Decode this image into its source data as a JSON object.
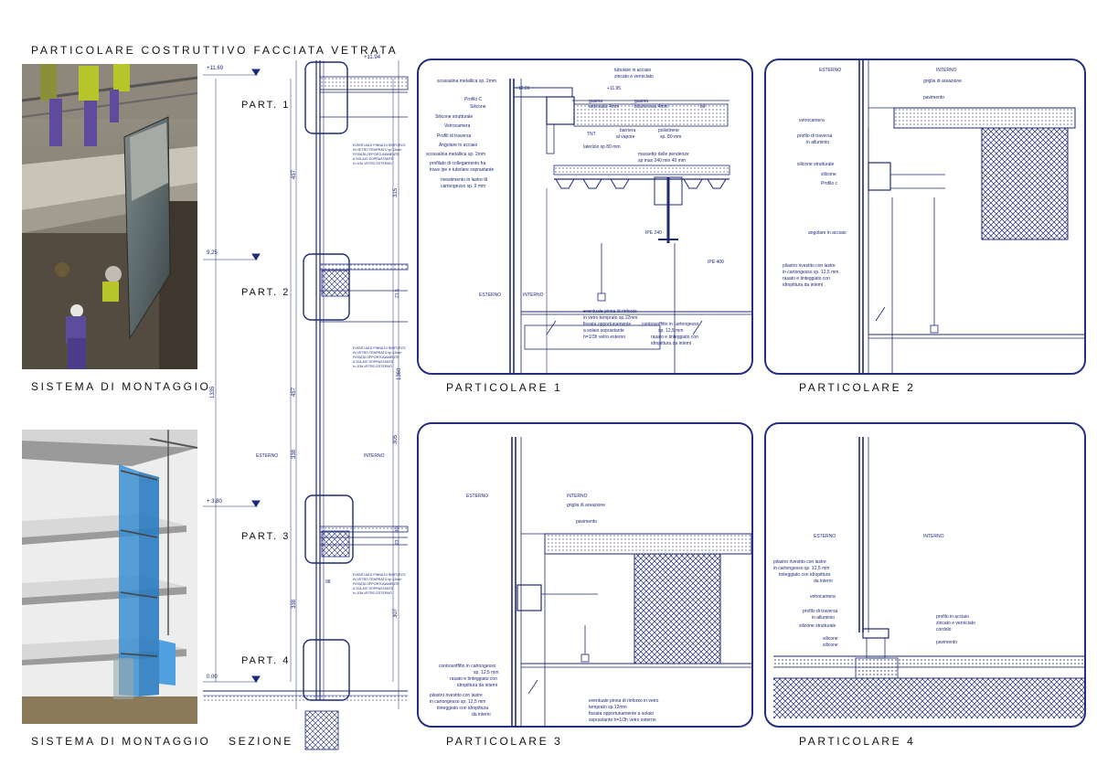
{
  "page": {
    "title": "PARTICOLARE COSTRUTTIVO FACCIATA VETRATA"
  },
  "captions": {
    "photo1": "SISTEMA DI MONTAGGIO",
    "photo2": "SISTEMA DI MONTAGGIO",
    "section": "SEZIONE",
    "p1": "PARTICOLARE 1",
    "p2": "PARTICOLARE 2",
    "p3": "PARTICOLARE 3",
    "p4": "PARTICOLARE 4"
  },
  "section": {
    "part1": "PART. 1",
    "part2": "PART. 2",
    "part3": "PART. 3",
    "part4": "PART. 4",
    "lev_top": "+11.94",
    "lev_1169": "+11.69",
    "lev_925": "9.25",
    "lev_380": "+ 3.80",
    "lev_000": "0.00",
    "dim_1335": "1335",
    "dim_1360": "1360",
    "dim_457a": "457",
    "dim_457b": "457",
    "dim_338a": "338",
    "dim_338b": "338",
    "dim_315": "315",
    "dim_305": "305",
    "dim_307": "307",
    "dim_98": "98",
    "dim_21": "21.5",
    "dim_40": "40",
    "dim_23": "23",
    "esterno": "ESTERNO",
    "interno": "INTERNO",
    "note_a": "EVENTUALE PINNA DI RINFORZO IN VETRO TEMPRATO sp.12mm FISSATA OPPORTUNAMENTE A SOLAIO SOPRASTANTE h=1/3h VETRO ESTERNO",
    "note_a1": "EVENTUALE PINNA DI RINFORZO",
    "note_a2": "IN VETRO TEMPRATO sp.12mm",
    "note_a3": "FISSATA OPPORTUNAMENTE",
    "note_a4": "A SOLAIO SOPRASTANTE",
    "note_a5": "h=1/3h VETRO ESTERNO"
  },
  "p1": {
    "l_scossalina": "scossalina metallica sp. 2mm",
    "l_profiloc": "Profilo C",
    "l_silicone": "Silicone",
    "l_silstrutt": "Silicone strutturale",
    "l_vetrocamera": "Vetrocamera",
    "l_profili": "Profili di traversa",
    "l_angolare": "Angolare in acciaio",
    "l_scossalina2": "scossalina metallica sp. 2mm",
    "l_profilato1": "profilato di collegamento fra",
    "l_profilato2": "trave ipe e tubolare soprastante",
    "l_rivest1": "rivestimento in lastre di",
    "l_rivest2": "cartongesso sp. 9 mm",
    "lev_1201": "+12.01",
    "lev_1195": "+11.95",
    "l_tubolare1": "tubolare in acciaio",
    "l_tubolare2": "zincato e verniciato",
    "l_guaina1": "guaina",
    "l_guaina2": "ardesiata 4mm",
    "l_guaina3": "guaina",
    "l_guaina4": "bituminosa 4mm",
    "l_tnt": "TNT",
    "l_barriera1": "barriera",
    "l_barriera2": "al vapore",
    "l_poli1": "polistirene",
    "l_poli2": "sp. 80 mm",
    "l_bit": "bit",
    "l_laterizio": "laterizio sp 80 mm",
    "l_massetto1": "massetto delle pendenze",
    "l_massetto2": "sp max 240 min 40 mm",
    "l_ipe240": "IPE 240",
    "l_ipe400": "IPE 400",
    "l_esterno": "ESTERNO",
    "l_interno": "INTERNO",
    "l_pinna1": "eventuale pinna di rinforzo",
    "l_pinna2": "in vetro temprato sp.12mm",
    "l_pinna3": "fissata opportunamente",
    "l_pinna4": "a solaio soprastante",
    "l_pinna5": "h=1/3h vetro esterno",
    "l_contro1": "controsoffitto in cartongesso",
    "l_contro2": "sp. 12,5 mm",
    "l_contro3": "rasato e tinteggiato con",
    "l_contro4": "idropittura da interni"
  },
  "p2": {
    "l_esterno": "ESTERNO",
    "l_interno": "INTERNO",
    "l_griglia": "griglia di areazione",
    "l_pavimento": "pavimento",
    "l_vetrocamera": "vetrocamera",
    "l_profilo1": "profilo di traversa",
    "l_profilo2": "in alluminio",
    "l_silstrutt": "silicone strutturale",
    "l_silicone": "silicone",
    "l_profiloc": "Profilo c",
    "l_angolare": "angolare in acciaio",
    "l_pilastro1": "pilastro rivestito con lastre",
    "l_pilastro2": "in cartongesso sp. 12,5 mm",
    "l_pilastro3": "rasato e tinteggiato con",
    "l_pilastro4": "idropittura da interni"
  },
  "p3": {
    "l_esterno": "ESTERNO",
    "l_interno": "INTERNO",
    "l_griglia": "griglia di areazione",
    "l_pavimento": "pavimento",
    "l_contro1": "controsoffitto in cartongesso",
    "l_contro2": "sp. 12,5 mm",
    "l_contro3": "rasato e tinteggiato con",
    "l_contro4": "idropittura da interni",
    "l_pilastro1": "pilastro rivestito con lastre",
    "l_pilastro2": "in cartongesso sp. 12,5 mm",
    "l_pilastro3": "tinteggiato con idropittura",
    "l_pilastro4": "da interni",
    "l_pinna1": "eventuale pinna di rinforzo in vetro",
    "l_pinna2": "temprato sp.12mm",
    "l_pinna3": "fissata opportunamente a solaio",
    "l_pinna4": "soprastante h=1/3h vetro esterno"
  },
  "p4": {
    "l_esterno": "ESTERNO",
    "l_interno": "INTERNO",
    "l_pilastro1": "pilastro rivestito con lastre",
    "l_pilastro2": "in cartongesso sp. 12,5 mm",
    "l_pilastro3": "tinteggiato con idropittura",
    "l_pilastro4": "da interni",
    "l_vetrocamera": "vetrocamera",
    "l_profilo1": "profilo di traversa",
    "l_profilo2": "in alluminio",
    "l_silstrutt": "silicone strutturale",
    "l_silicone1": "silicone",
    "l_silicone2": "silicone",
    "l_acciaio1": "profilo in acciaio",
    "l_acciaio2": "zincato e verniciato",
    "l_cordolo": "cordolo",
    "l_pavimento": "pavimento"
  },
  "colors": {
    "ink": "#1f2a78",
    "frame": "#24307f",
    "glass": "#5b9fd8"
  }
}
